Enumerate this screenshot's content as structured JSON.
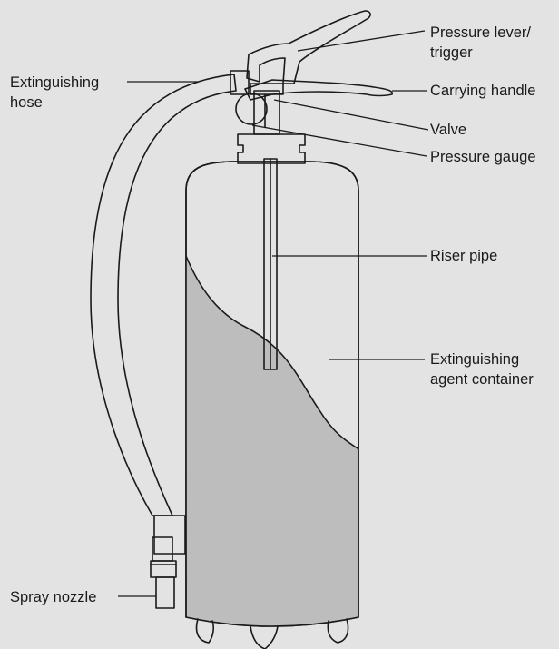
{
  "diagram": {
    "colors": {
      "background": "#e3e3e3",
      "body": "#ffffff",
      "agent": "#bdbdbd",
      "line": "#1a1a1a"
    },
    "labels": {
      "pressure_lever": [
        "Pressure lever/",
        "trigger"
      ],
      "carrying_handle": "Carrying handle",
      "valve": "Valve",
      "pressure_gauge": "Pressure gauge",
      "extinguishing_hose": [
        "Extinguishing",
        "hose"
      ],
      "riser_pipe": "Riser pipe",
      "agent_container": [
        "Extinguishing",
        "agent container"
      ],
      "spray_nozzle": "Spray nozzle"
    }
  }
}
